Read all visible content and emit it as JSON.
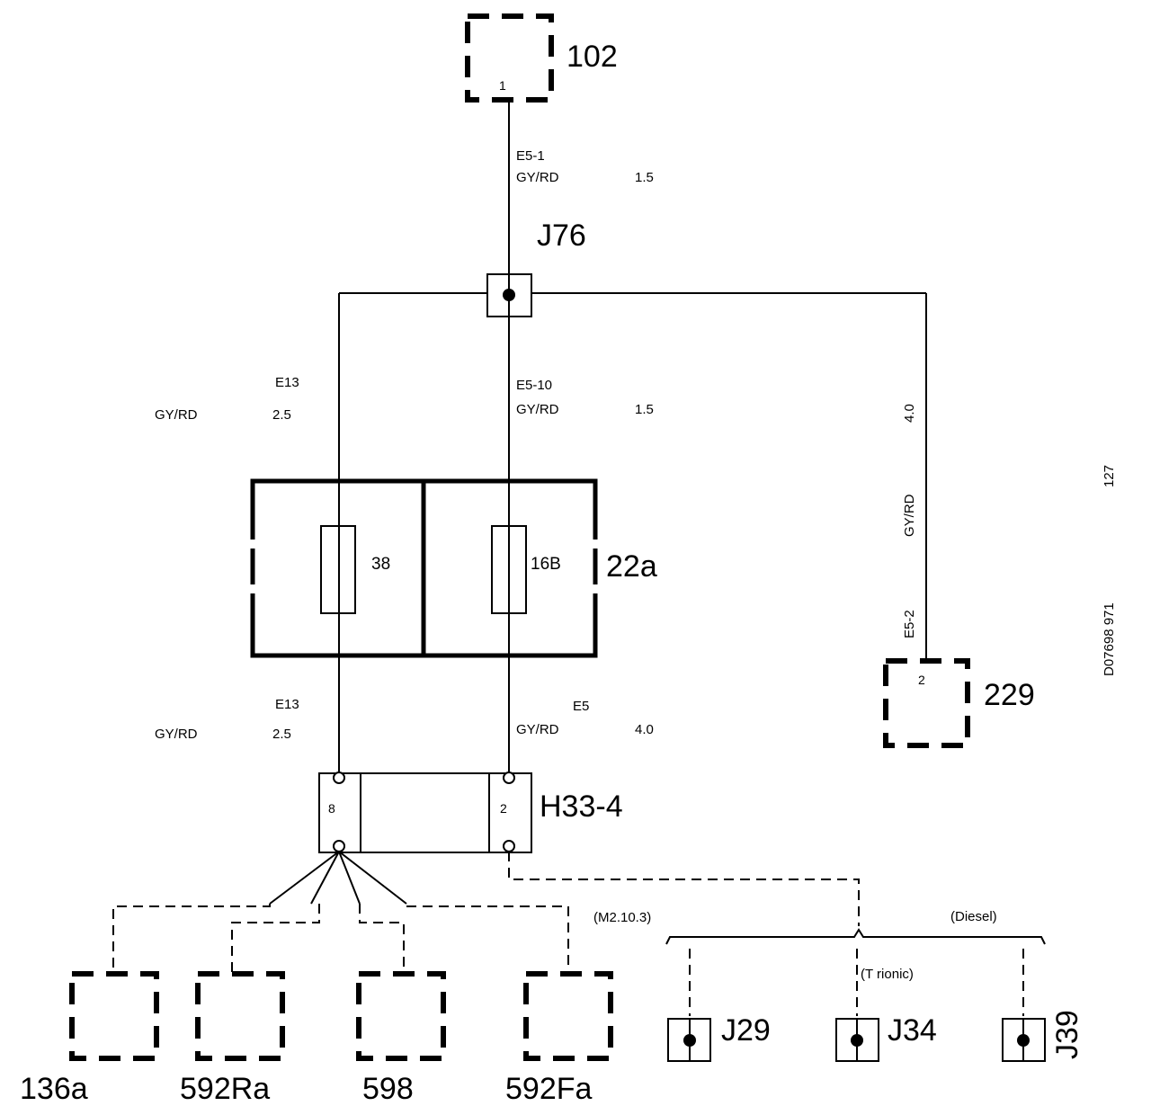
{
  "components": {
    "c102": {
      "id": "102",
      "pin": "1"
    },
    "j76": {
      "id": "J76"
    },
    "fusebox": {
      "id": "22a",
      "fuse_left": "38",
      "fuse_right": "16B"
    },
    "c229": {
      "id": "229",
      "pin": "2"
    },
    "h33": {
      "id": "H33-4",
      "pin_left": "8",
      "pin_right": "2"
    },
    "bottom_connectors": [
      "136a",
      "592Ra",
      "598",
      "592Fa"
    ],
    "junctions": [
      "J29",
      "J34",
      "J39"
    ]
  },
  "wires": {
    "top": {
      "circuit": "E5-1",
      "color": "GY/RD",
      "size": "1.5"
    },
    "left_upper": {
      "circuit": "E13",
      "color": "GY/RD",
      "size": "2.5"
    },
    "center_upper": {
      "circuit": "E5-10",
      "color": "GY/RD",
      "size": "1.5"
    },
    "right": {
      "circuit": "E5-2",
      "color": "GY/RD",
      "size": "4.0"
    },
    "left_lower": {
      "circuit": "E13",
      "color": "GY/RD",
      "size": "2.5"
    },
    "center_lower": {
      "circuit": "E5",
      "color": "GY/RD",
      "size": "4.0"
    }
  },
  "variants": {
    "m2103": "(M2.10.3)",
    "diesel": "(Diesel)",
    "trionic": "(T  rionic)"
  },
  "side": {
    "page": "127",
    "drawing": "D07698 971"
  }
}
